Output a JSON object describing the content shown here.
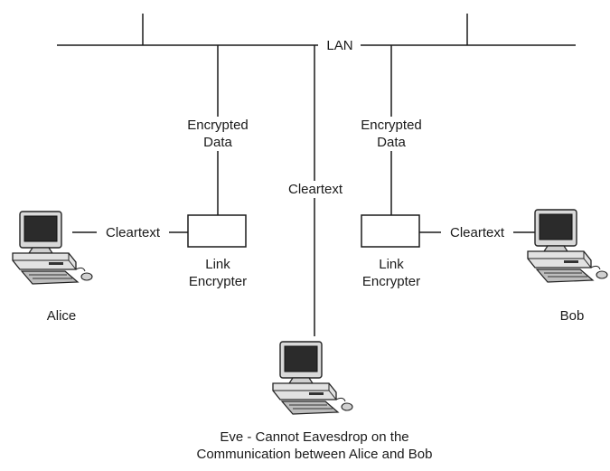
{
  "network": {
    "label": "LAN"
  },
  "left_link": {
    "upper_label_line1": "Encrypted",
    "upper_label_line2": "Data",
    "device_label_line1": "Link",
    "device_label_line2": "Encrypter",
    "host_link_label": "Cleartext"
  },
  "right_link": {
    "upper_label_line1": "Encrypted",
    "upper_label_line2": "Data",
    "device_label_line1": "Link",
    "device_label_line2": "Encrypter",
    "host_link_label": "Cleartext"
  },
  "center_link": {
    "label": "Cleartext"
  },
  "hosts": {
    "alice": {
      "name": "Alice",
      "icon": "desktop-computer-icon"
    },
    "bob": {
      "name": "Bob",
      "icon": "desktop-computer-icon"
    },
    "eve": {
      "caption_line1": "Eve - Cannot Eavesdrop on the",
      "caption_line2": "Communication between Alice and Bob",
      "icon": "desktop-computer-icon"
    }
  }
}
